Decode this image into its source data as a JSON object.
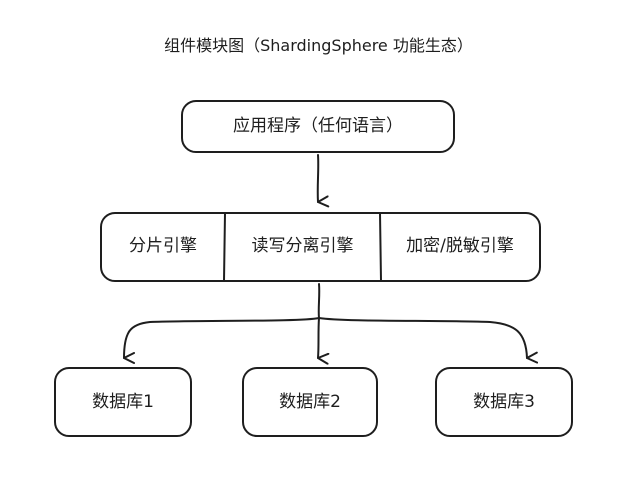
{
  "title": "组件模块图（ShardingSphere 功能生态）",
  "app_node": {
    "label": "应用程序（任何语言）"
  },
  "middleware": {
    "segments": [
      {
        "label": "分片引擎"
      },
      {
        "label": "读写分离引擎"
      },
      {
        "label": "加密/脱敏引擎"
      }
    ]
  },
  "databases": [
    {
      "label": "数据库1"
    },
    {
      "label": "数据库2"
    },
    {
      "label": "数据库3"
    }
  ],
  "colors": {
    "stroke": "#1e1e1e",
    "background": "#ffffff"
  }
}
